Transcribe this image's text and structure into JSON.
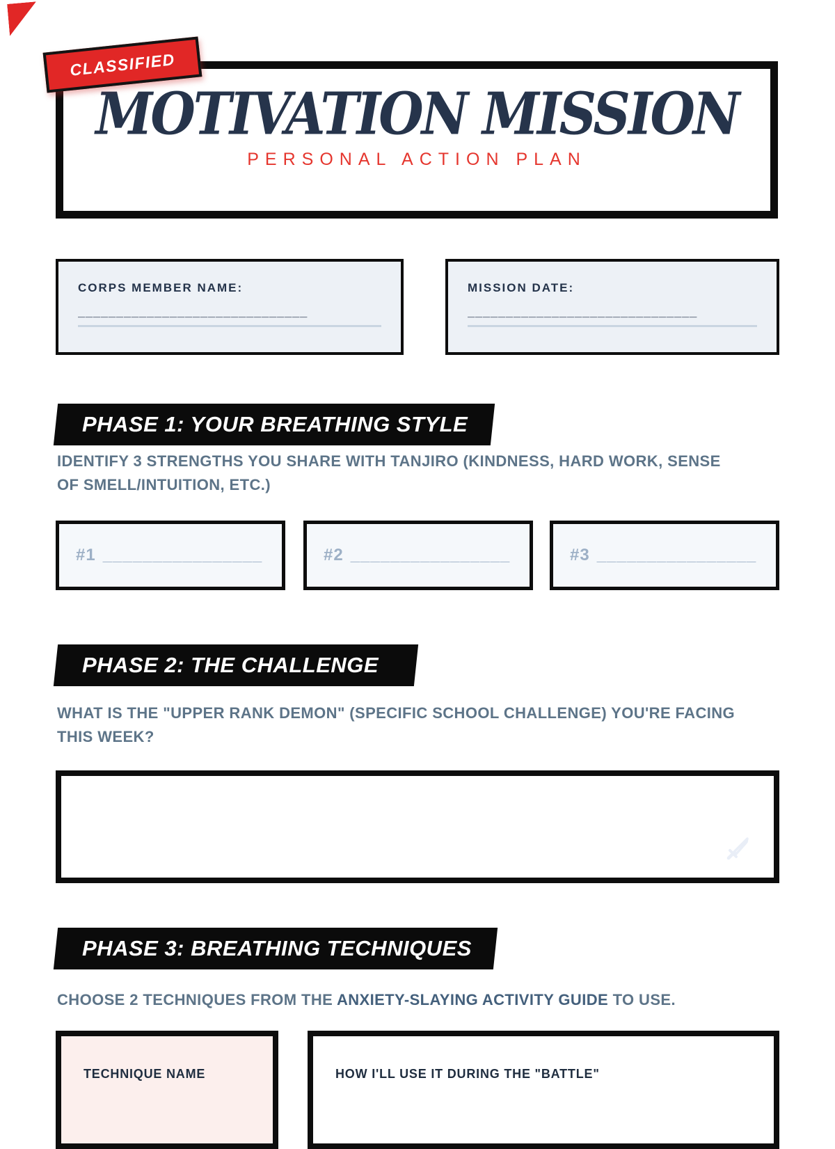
{
  "classified_tag": "CLASSIFIED",
  "header": {
    "title": "MOTIVATION MISSION",
    "subtitle": "PERSONAL ACTION PLAN"
  },
  "fields": {
    "name_label": "CORPS MEMBER NAME:",
    "name_blank": "______________________________",
    "date_label": "MISSION DATE:",
    "date_blank": "______________________________"
  },
  "phase1": {
    "banner": "PHASE 1: YOUR BREATHING STYLE",
    "prompt": "IDENTIFY 3 STRENGTHS YOU SHARE WITH TANJIRO (KINDNESS, HARD WORK, SENSE\nOF SMELL/INTUITION, ETC.)",
    "strengths": [
      {
        "label": "#1",
        "blank": "________________"
      },
      {
        "label": "#2",
        "blank": "________________"
      },
      {
        "label": "#3",
        "blank": "________________"
      }
    ]
  },
  "phase2": {
    "banner": "PHASE 2: THE CHALLENGE",
    "prompt": "WHAT IS THE \"UPPER RANK DEMON\" (SPECIFIC SCHOOL CHALLENGE) YOU'RE FACING\nTHIS WEEK?",
    "icon": "sword-icon"
  },
  "phase3": {
    "banner": "PHASE 3: BREATHING TECHNIQUES",
    "prompt_prefix": "CHOOSE 2 TECHNIQUES FROM THE ",
    "prompt_bold": "ANXIETY-SLAYING ACTIVITY GUIDE",
    "prompt_suffix": " TO USE.",
    "col1_header": "TECHNIQUE NAME",
    "col2_header": "HOW I'LL USE IT DURING THE \"BATTLE\""
  },
  "colors": {
    "accent_red": "#e12726",
    "subtitle_red": "#e5362e",
    "navy": "#24334a",
    "slate": "#5d7488",
    "banner_black": "#0b0b0b",
    "field_bg": "#edf1f6",
    "strength_bg": "#f5f8fb",
    "blank_slate": "#9db0c6",
    "pink_bg": "#fcefed",
    "underline": "#c9d5e1"
  }
}
